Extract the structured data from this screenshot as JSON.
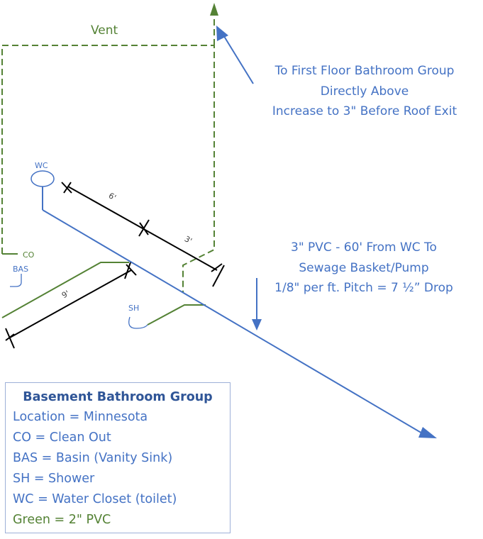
{
  "labels": {
    "vent": "Vent",
    "wc": "WC",
    "co": "CO",
    "bas": "BAS",
    "sh": "SH",
    "dim_6": "6'",
    "dim_3": "3'",
    "dim_9": "9'"
  },
  "annotations": {
    "first_floor": [
      "To First Floor Bathroom Group",
      "Directly Above",
      "Increase to 3\" Before Roof Exit"
    ],
    "main_line": [
      "3\" PVC - 60' From WC To",
      "Sewage Basket/Pump",
      "1/8\" per ft. Pitch = 7 ½” Drop"
    ]
  },
  "legend": {
    "title": "Basement Bathroom Group",
    "items": [
      "Location = Minnesota",
      "CO = Clean Out",
      "BAS = Basin (Vanity Sink)",
      "SH = Shower",
      "WC = Water Closet (toilet)"
    ],
    "green_item": "Green = 2\" PVC"
  },
  "colors": {
    "blue": "#4472c4",
    "green": "#548235",
    "black": "#000000"
  }
}
